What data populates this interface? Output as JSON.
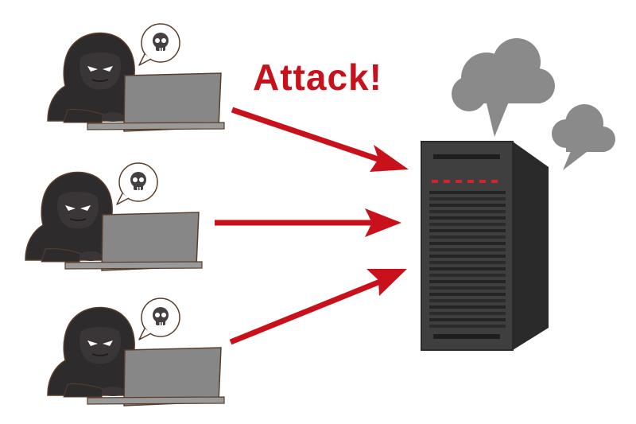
{
  "caption": {
    "text": "Attack!",
    "color": "#c8111a"
  },
  "attackers": [
    {
      "name": "hacker",
      "thought": "skull-icon"
    },
    {
      "name": "hacker",
      "thought": "skull-icon"
    },
    {
      "name": "hacker",
      "thought": "skull-icon"
    }
  ],
  "colors": {
    "hood": "#2e2b2c",
    "skin": "#3a3637",
    "laptop": "#878787",
    "arrow": "#c8111a",
    "server_front": "#3f3f40",
    "server_side": "#2a2a2b",
    "server_led": "#d6222b",
    "cloud": "#8a8a8a",
    "outline": "#5a3e2b"
  }
}
